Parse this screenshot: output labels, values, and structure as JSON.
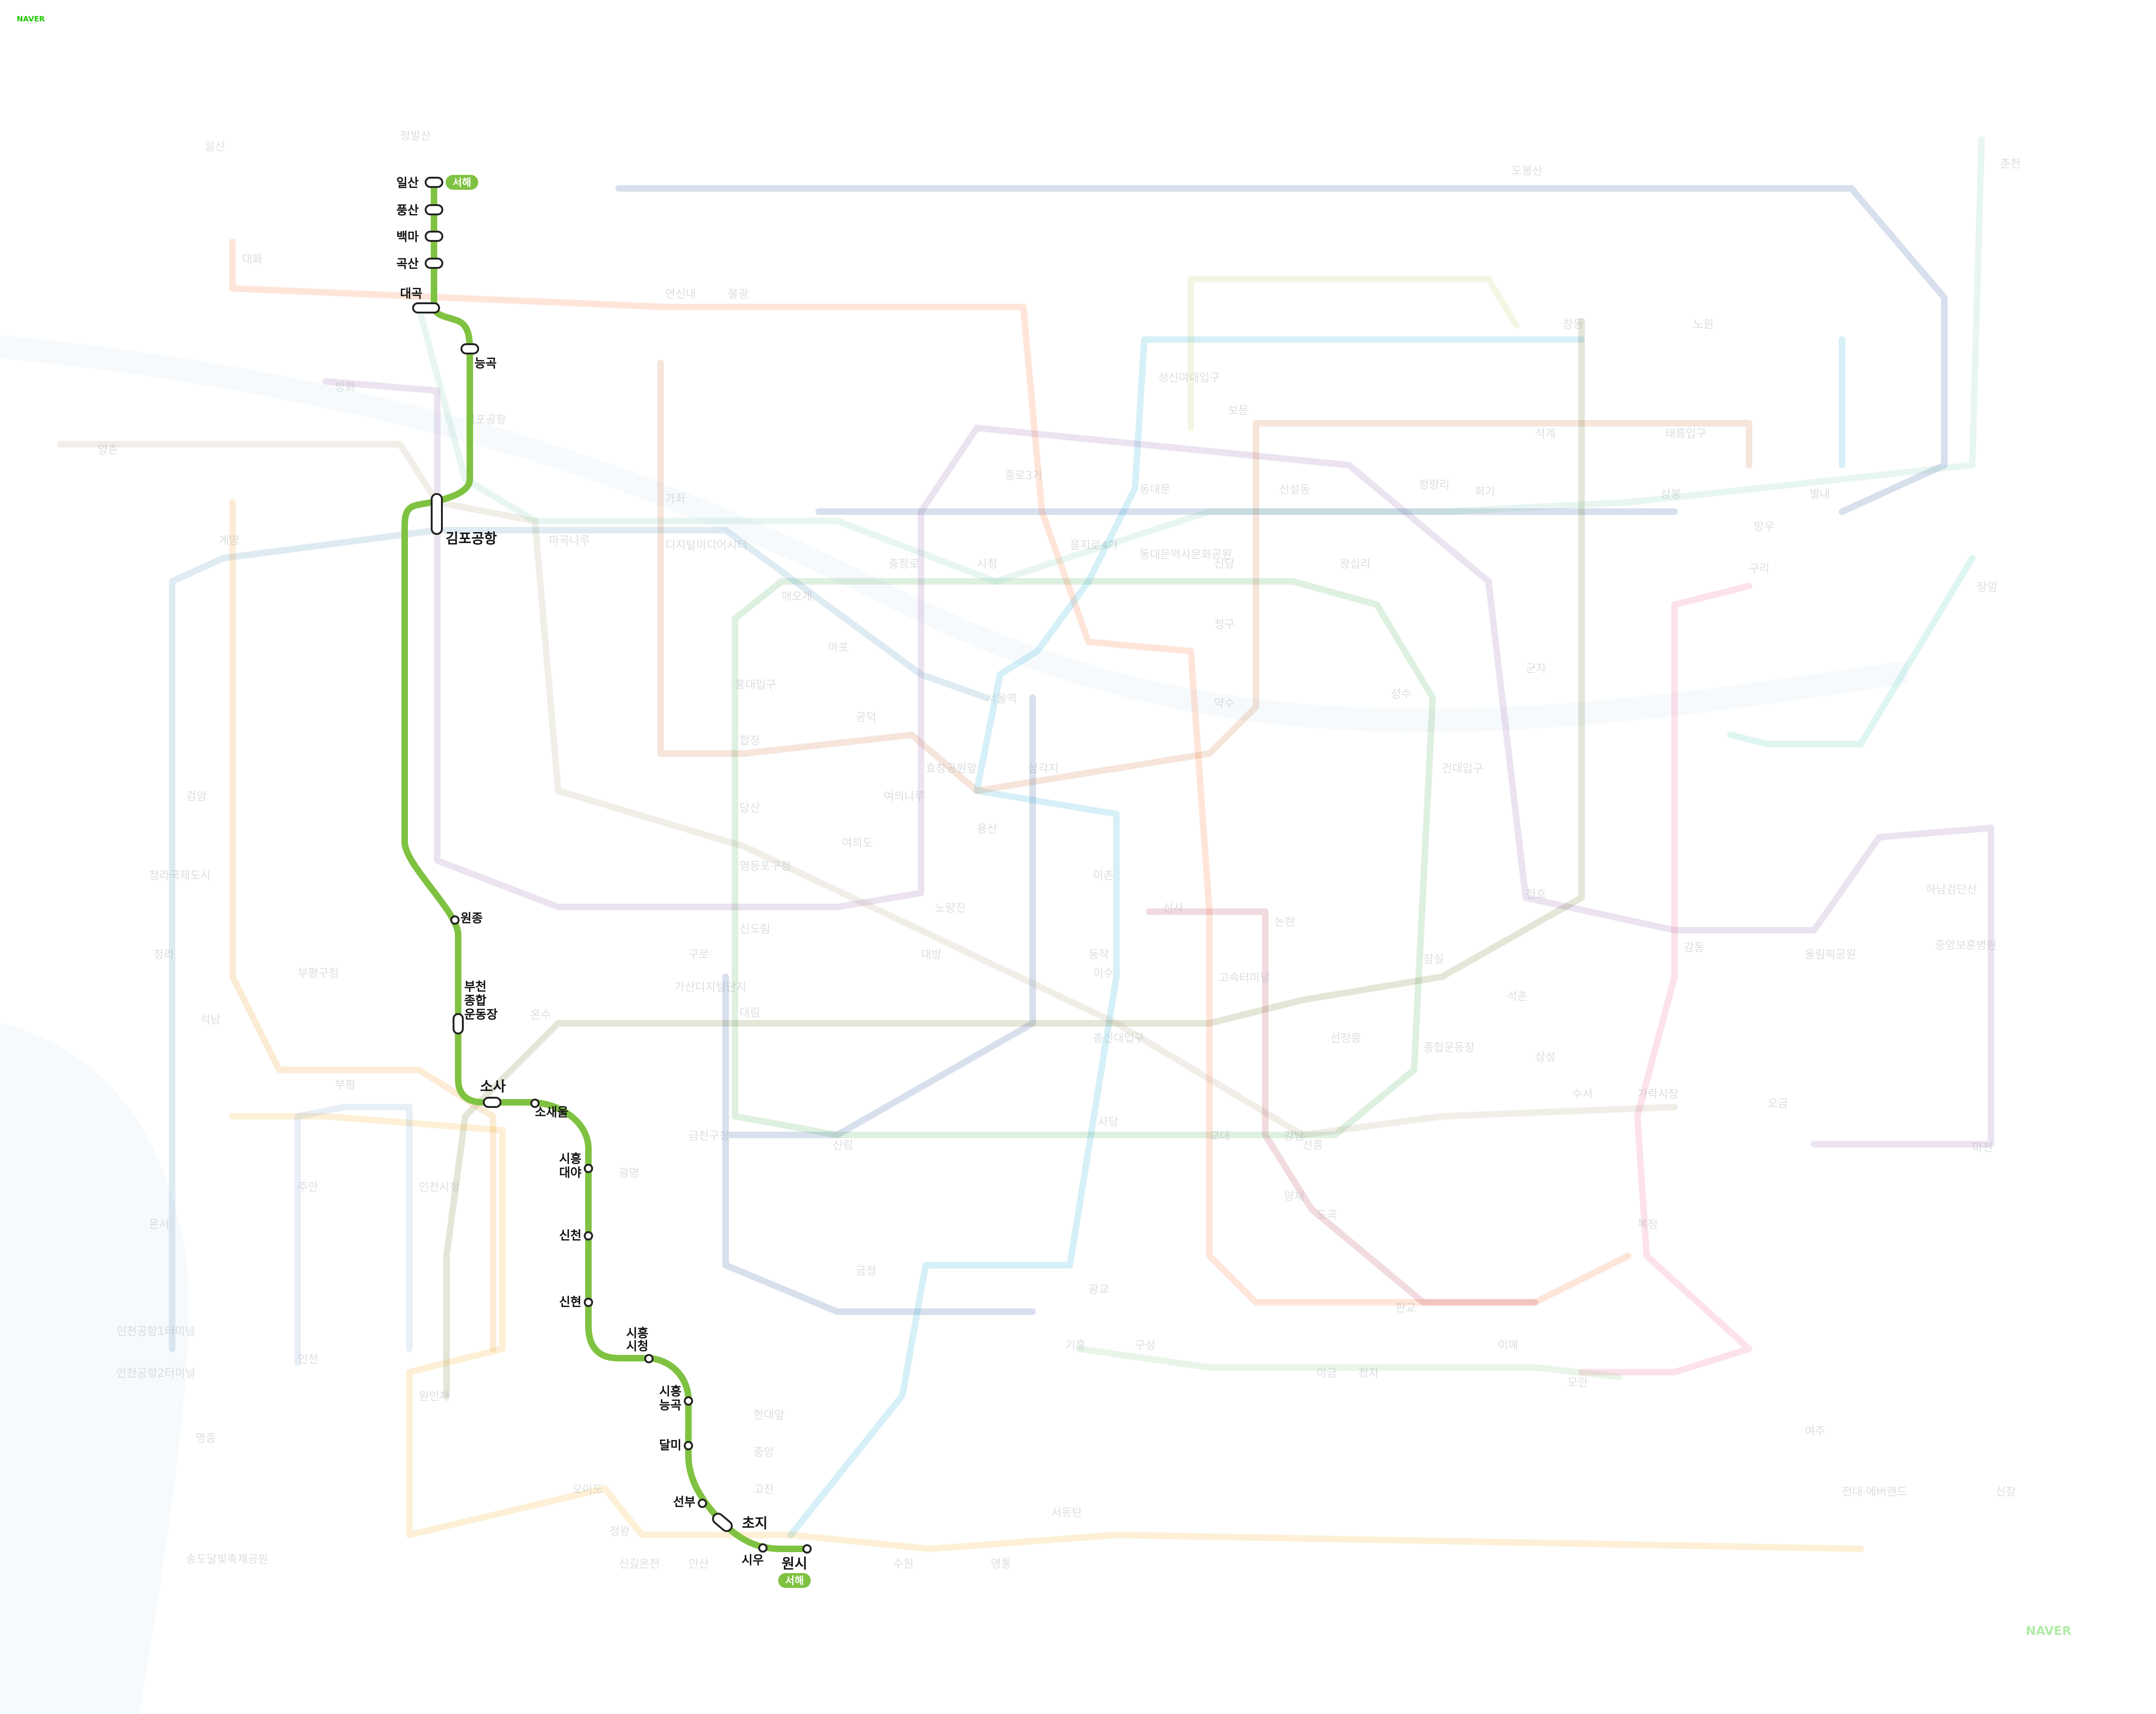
{
  "brand": {
    "top_logo": "NAVER",
    "bottom_logo": "NAVER",
    "color": "#1ec800"
  },
  "highlighted_line": {
    "name": "서해",
    "color": "#7fc241",
    "stations": [
      "일산",
      "풍산",
      "백마",
      "곡산",
      "대곡",
      "능곡",
      "김포공항",
      "원종",
      "부천종합운동장",
      "소사",
      "소새울",
      "시흥대야",
      "신천",
      "신현",
      "시흥시청",
      "시흥능곡",
      "달미",
      "선부",
      "초지",
      "시우",
      "원시"
    ],
    "terminal_badges": [
      "서해",
      "서해"
    ]
  },
  "background_stations": [
    "일산",
    "대화",
    "연신내",
    "불광",
    "도봉산",
    "창동",
    "노원",
    "춘천",
    "방화",
    "양촌",
    "계양",
    "검암",
    "가좌",
    "디지털미디어시티",
    "홍대입구",
    "공덕",
    "합정",
    "당산",
    "여의도",
    "영등포구청",
    "신도림",
    "구로",
    "가산디지털단지",
    "대림",
    "신림",
    "서울역",
    "시청",
    "종로3가",
    "을지로4가",
    "동대문",
    "동대문역사문화공원",
    "신당",
    "청구",
    "약수",
    "왕십리",
    "성수",
    "건대입구",
    "군자",
    "천호",
    "강동",
    "잠실",
    "석촌",
    "가락시장",
    "수서",
    "오금",
    "복정",
    "모란",
    "판교",
    "이매",
    "미금",
    "정자",
    "기흥",
    "구성",
    "광교",
    "수원",
    "영통",
    "서동탄",
    "금정",
    "안산",
    "오이도",
    "정왕",
    "신길온천",
    "고잔",
    "중앙",
    "한대앞",
    "사당",
    "이수",
    "총신대입구",
    "고속터미널",
    "교대",
    "강남",
    "양재",
    "도곡",
    "선릉",
    "선정릉",
    "종합운동장",
    "삼성",
    "논현",
    "신사",
    "동작",
    "노량진",
    "대방",
    "용산",
    "삼각지",
    "이촌",
    "효창공원앞",
    "금천구청",
    "광명",
    "부평",
    "주안",
    "인천",
    "인천시청",
    "원인재",
    "온수",
    "부평구청",
    "석남",
    "청라국제도시",
    "김포공항",
    "마곡나루",
    "상봉",
    "망우",
    "구리",
    "별내",
    "회기",
    "청량리",
    "석계",
    "태릉입구",
    "보문",
    "성신여대입구",
    "신설동",
    "충정로",
    "애오개",
    "마포",
    "여의나루",
    "하남검단산",
    "중앙보훈병원",
    "올림픽공원",
    "신장",
    "전대·에버랜드",
    "여주",
    "마천",
    "장암",
    "인천공항1터미널",
    "인천공항2터미널",
    "송도달빛축제공원",
    "운서",
    "영종",
    "청라",
    "정발산"
  ],
  "line_colors": {
    "line1": "#0d3692",
    "line2": "#33a23d",
    "line3": "#fe5d10",
    "line4": "#00a2d1",
    "line5": "#8b50a4",
    "line6": "#c55c1d",
    "line7": "#54640d",
    "line8": "#f14c82",
    "line9": "#aa9872",
    "suin": "#f5a200",
    "gyeongui": "#72c7a6",
    "airport": "#3681b7",
    "sinbundang": "#a71e31",
    "gyeongchun": "#32c6a6",
    "everline": "#77c371",
    "ui": "#b7c450",
    "incheon1": "#6f99d0",
    "incheon2": "#ed8b00"
  }
}
